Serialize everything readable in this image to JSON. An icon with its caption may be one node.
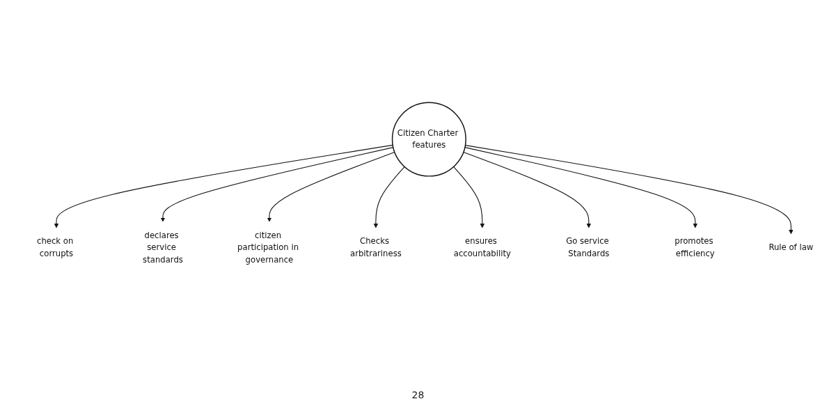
{
  "diagram": {
    "nodes": [
      {
        "text": [
          "Citizen Charter features"
        ]
      },
      {
        "text": [
          "check on corrupts"
        ]
      },
      {
        "text": [
          "declares service standards"
        ]
      },
      {
        "text": [
          "citizen participation in governance"
        ]
      },
      {
        "text": [
          "Checks arbitrariness"
        ]
      },
      {
        "text": [
          "ensures accountability"
        ]
      },
      {
        "text": [
          "Go service Standards"
        ]
      },
      {
        "text": [
          "promotes efficiency"
        ]
      },
      {
        "text": [
          "Rule of law"
        ]
      }
    ],
    "edges": [
      {
        "from": 0,
        "to": 1,
        "arrow": "to"
      },
      {
        "from": 0,
        "to": 2,
        "arrow": "to"
      },
      {
        "from": 0,
        "to": 3,
        "arrow": "to"
      },
      {
        "from": 0,
        "to": 4,
        "arrow": "to"
      },
      {
        "from": 0,
        "to": 5,
        "arrow": "to"
      },
      {
        "from": 0,
        "to": 6,
        "arrow": "to"
      },
      {
        "from": 0,
        "to": 7,
        "arrow": "to"
      },
      {
        "from": 0,
        "to": 8,
        "arrow": "to"
      }
    ],
    "labels": [
      "28"
    ]
  }
}
